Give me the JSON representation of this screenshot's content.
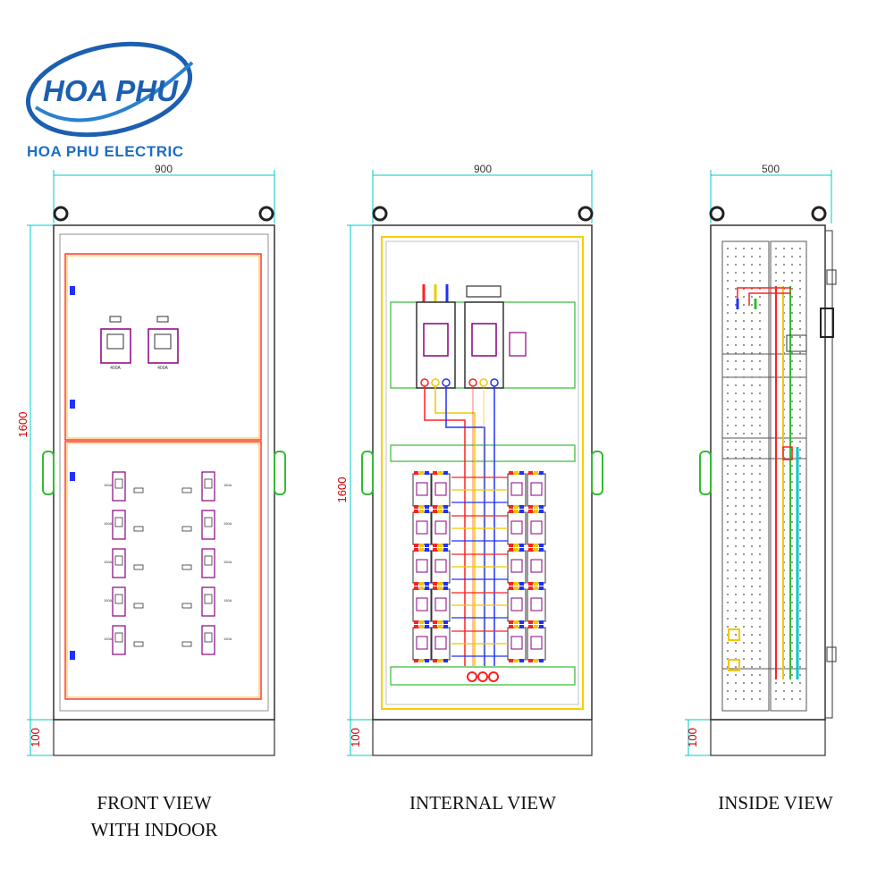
{
  "brand": {
    "logo_text": "HOA PHU",
    "company_name": "HOA PHU ELECTRIC",
    "logo_color": "#1c5fb0",
    "accent_color": "#1e6fc2"
  },
  "colors": {
    "outline": "#333333",
    "dimension": "#00c8c8",
    "dimension_text": "#cc0000",
    "panel_frame": "#ff3b2f",
    "mounting_frame": "#f5d000",
    "handle": "#33bb33",
    "phase_red": "#ff2020",
    "phase_yellow": "#f0c800",
    "phase_blue": "#2030ff",
    "breaker_outline": "#8a0080"
  },
  "views": [
    {
      "id": "front",
      "caption_line1": "FRONT VIEW",
      "caption_line2": "WITH INDOOR",
      "width_label": "900",
      "height_label": "1600",
      "base_label": "100",
      "main_breaker_label": "400A",
      "branch_breaker_label": "150A"
    },
    {
      "id": "internal",
      "caption_line1": "INTERNAL VIEW",
      "caption_line2": "",
      "width_label": "900",
      "height_label": "1600",
      "base_label": "100"
    },
    {
      "id": "inside",
      "caption_line1": "INSIDE VIEW",
      "caption_line2": "",
      "width_label": "500",
      "height_label": "",
      "base_label": "100"
    }
  ]
}
